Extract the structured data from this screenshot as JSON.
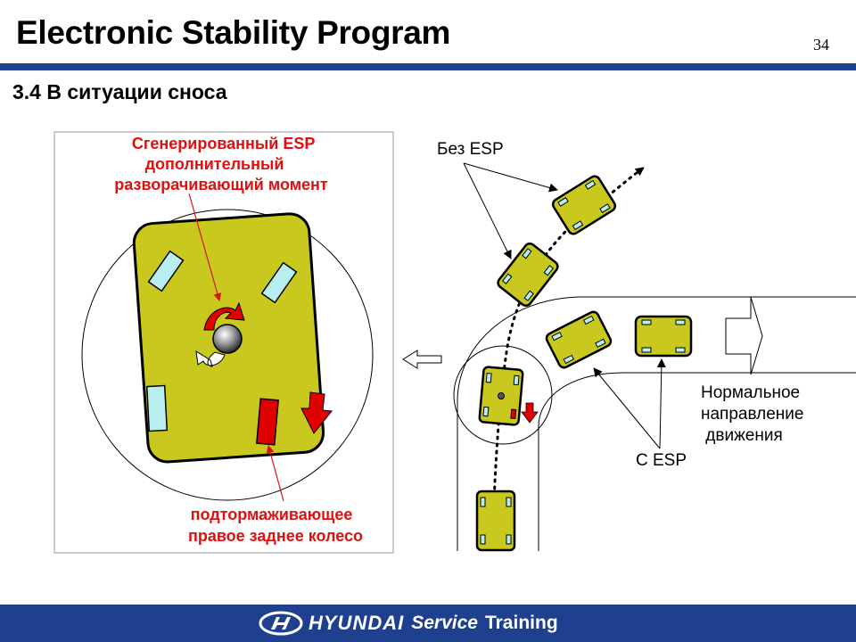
{
  "header": {
    "title": "Electronic Stability Program",
    "page_number": "34",
    "subtitle": "3.4 В ситуации сноса"
  },
  "diagram": {
    "label_generated_esp": [
      "Сгенерированный ESP",
      "дополнительный",
      "разворачивающий момент"
    ],
    "label_braking": [
      "подтормаживающее",
      "правое заднее колесо"
    ],
    "label_without_esp": "Без ESP",
    "label_with_esp": "С ESP",
    "label_normal_direction": [
      "Нормальное",
      "направление",
      " движения"
    ]
  },
  "footer": {
    "brand": "HYUNDAI",
    "service": "Service",
    "training": "Training"
  },
  "colors": {
    "car_body": "#c8c81e",
    "window": "#b8eef0",
    "accent_red": "#e00000",
    "label_red": "#e01010",
    "footer_blue": "#1f3f8f"
  }
}
